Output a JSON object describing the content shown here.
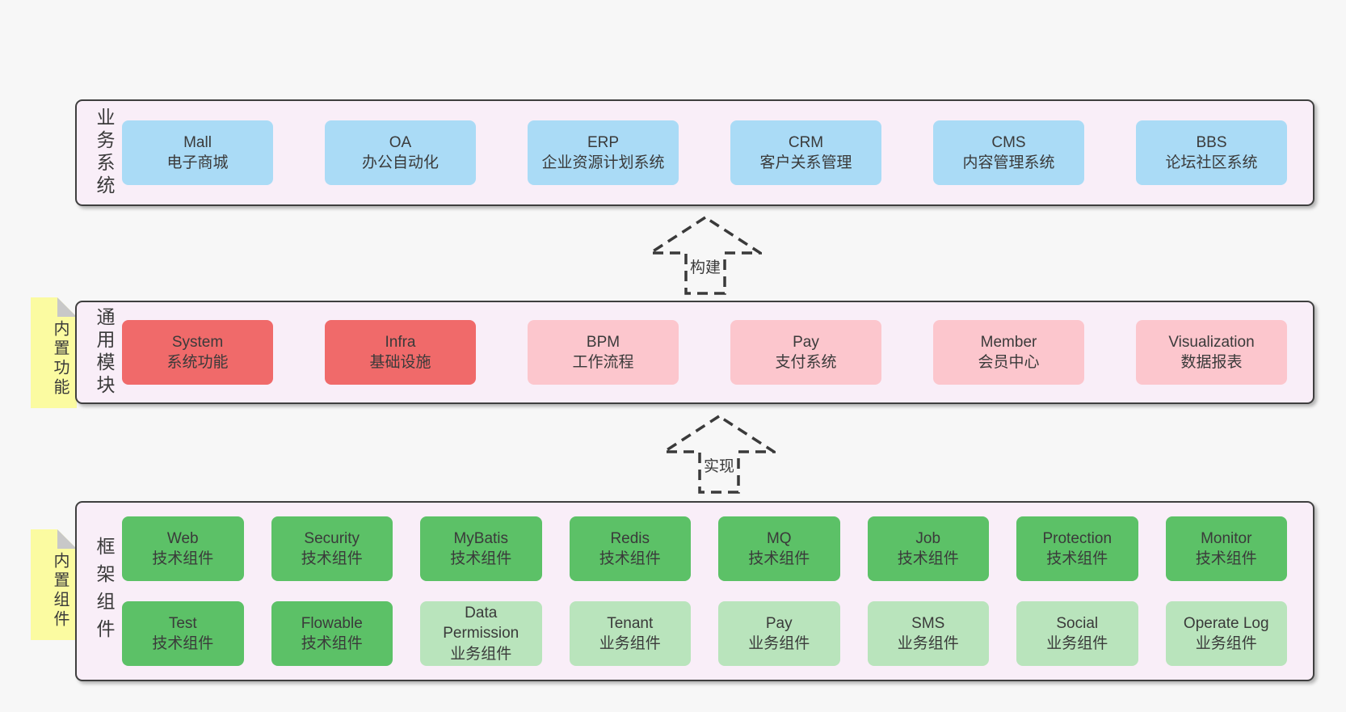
{
  "colors": {
    "page_bg": "#f7f7f7",
    "band_bg": "#f9eef8",
    "band_border": "#3f3f3f",
    "blue": "#aadbf6",
    "red": "#f06a6a",
    "pink": "#fcc6cd",
    "green": "#5cc167",
    "light_green": "#b9e4bc",
    "yellow": "#fbfba1",
    "fold_gray": "#c8c8c8",
    "text": "#3a3a3a"
  },
  "arrows": [
    {
      "label": "构建"
    },
    {
      "label": "实现"
    }
  ],
  "tags": [
    {
      "label": "内置功能"
    },
    {
      "label": "内置组件"
    }
  ],
  "bands": [
    {
      "label": "业务系统",
      "boxes": [
        {
          "title": "Mall",
          "subtitle": "电子商城",
          "type": "blue"
        },
        {
          "title": "OA",
          "subtitle": "办公自动化",
          "type": "blue"
        },
        {
          "title": "ERP",
          "subtitle": "企业资源计划系统",
          "type": "blue"
        },
        {
          "title": "CRM",
          "subtitle": "客户关系管理",
          "type": "blue"
        },
        {
          "title": "CMS",
          "subtitle": "内容管理系统",
          "type": "blue"
        },
        {
          "title": "BBS",
          "subtitle": "论坛社区系统",
          "type": "blue"
        }
      ]
    },
    {
      "label": "通用模块",
      "tag": "内置功能",
      "boxes": [
        {
          "title": "System",
          "subtitle": "系统功能",
          "type": "red"
        },
        {
          "title": "Infra",
          "subtitle": "基础设施",
          "type": "red"
        },
        {
          "title": "BPM",
          "subtitle": "工作流程",
          "type": "pink"
        },
        {
          "title": "Pay",
          "subtitle": "支付系统",
          "type": "pink"
        },
        {
          "title": "Member",
          "subtitle": "会员中心",
          "type": "pink"
        },
        {
          "title": "Visualization",
          "subtitle": "数据报表",
          "type": "pink"
        }
      ]
    },
    {
      "label": "框架组件",
      "tag": "内置组件",
      "rows": [
        [
          {
            "title": "Web",
            "subtitle": "技术组件",
            "type": "green"
          },
          {
            "title": "Security",
            "subtitle": "技术组件",
            "type": "green"
          },
          {
            "title": "MyBatis",
            "subtitle": "技术组件",
            "type": "green"
          },
          {
            "title": "Redis",
            "subtitle": "技术组件",
            "type": "green"
          },
          {
            "title": "MQ",
            "subtitle": "技术组件",
            "type": "green"
          },
          {
            "title": "Job",
            "subtitle": "技术组件",
            "type": "green"
          },
          {
            "title": "Protection",
            "subtitle": "技术组件",
            "type": "green"
          },
          {
            "title": "Monitor",
            "subtitle": "技术组件",
            "type": "green"
          }
        ],
        [
          {
            "title": "Test",
            "subtitle": "技术组件",
            "type": "green"
          },
          {
            "title": "Flowable",
            "subtitle": "技术组件",
            "type": "green"
          },
          {
            "title": "Data Permission",
            "subtitle": "业务组件",
            "type": "lightgreen"
          },
          {
            "title": "Tenant",
            "subtitle": "业务组件",
            "type": "lightgreen"
          },
          {
            "title": "Pay",
            "subtitle": "业务组件",
            "type": "lightgreen"
          },
          {
            "title": "SMS",
            "subtitle": "业务组件",
            "type": "lightgreen"
          },
          {
            "title": "Social",
            "subtitle": "业务组件",
            "type": "lightgreen"
          },
          {
            "title": "Operate Log",
            "subtitle": "业务组件",
            "type": "lightgreen"
          }
        ]
      ]
    }
  ]
}
